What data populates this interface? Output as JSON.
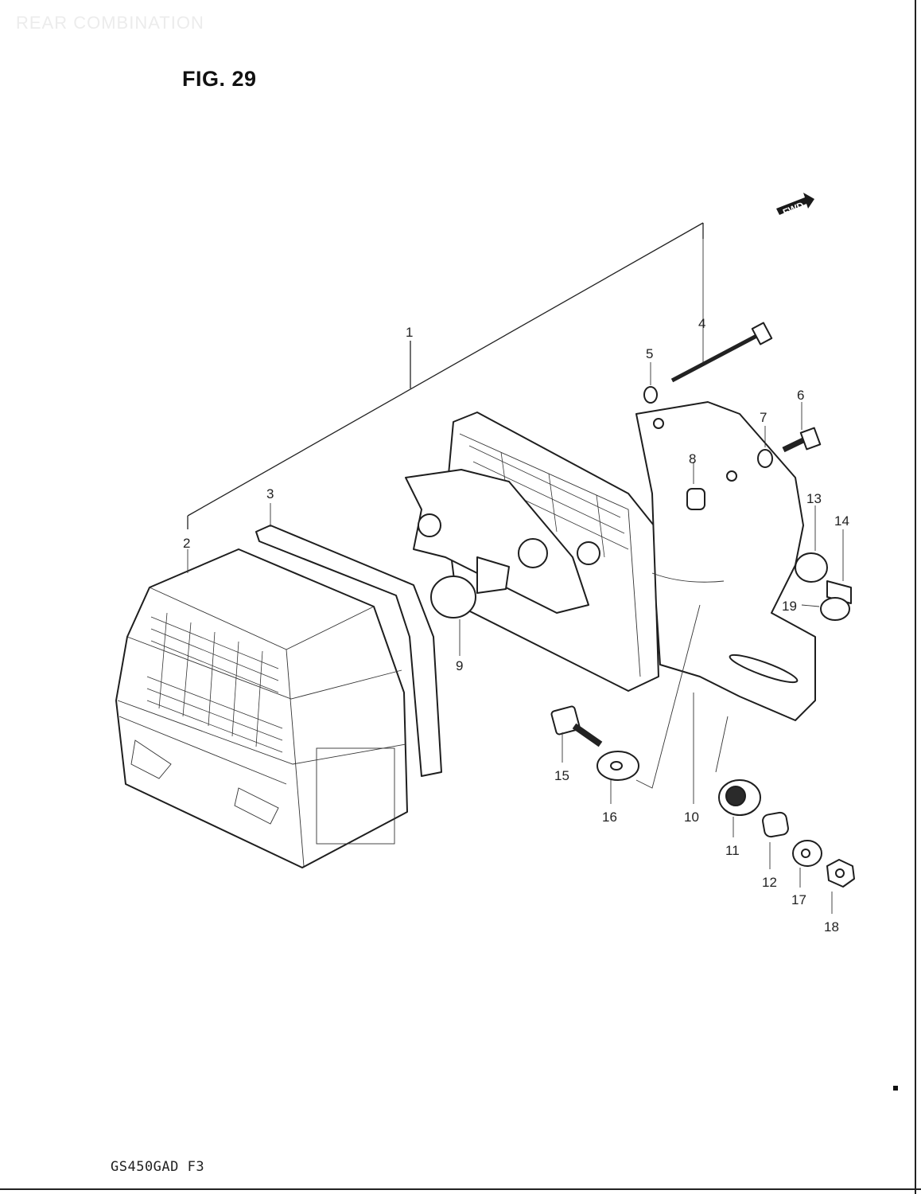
{
  "header": {
    "section_title": "REAR COMBINATION",
    "figure_label": "FIG. 29"
  },
  "footer": {
    "model_code": "GS450GAD F3"
  },
  "direction_marker": {
    "label": "FWD",
    "icon": "forward-arrow-icon"
  },
  "callouts": [
    "1",
    "2",
    "3",
    "4",
    "5",
    "6",
    "7",
    "8",
    "9",
    "10",
    "11",
    "12",
    "13",
    "14",
    "15",
    "16",
    "17",
    "18",
    "19"
  ]
}
